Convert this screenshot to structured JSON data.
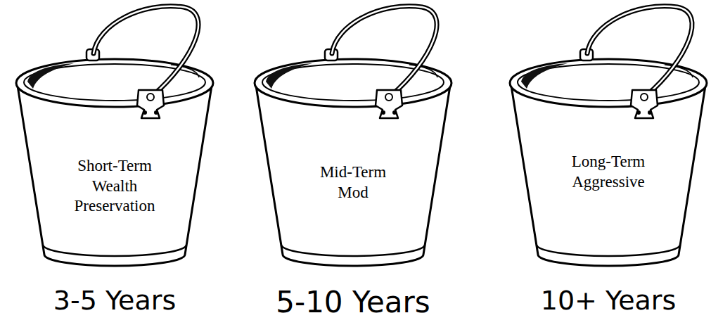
{
  "diagram": {
    "nodes": [
      {
        "text": [
          "Short-Term Wealth Preservation",
          "3-5 Years"
        ]
      },
      {
        "text": [
          "Mid-Term Mod",
          "5-10 Years"
        ]
      },
      {
        "text": [
          "Long-Term Aggressive",
          "10+ Years"
        ]
      }
    ]
  }
}
